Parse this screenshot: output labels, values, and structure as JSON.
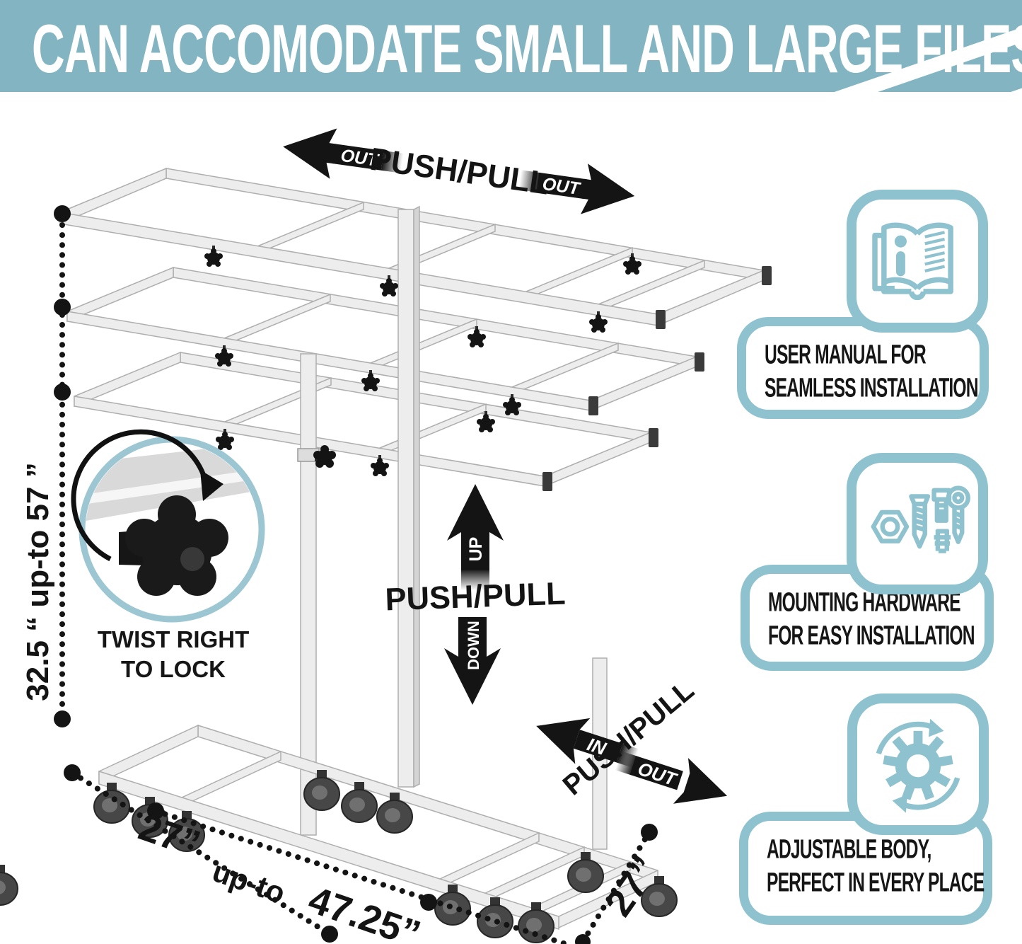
{
  "banner": {
    "title": "CAN ACCOMODATE SMALL AND LARGE FILES"
  },
  "colors": {
    "banner_teal": "#82b4c2",
    "callout_teal": "#8fc2cf",
    "ink": "#141414",
    "metal": "#ededed"
  },
  "diagram": {
    "arrows_top": {
      "out_left": "OUT",
      "label": "PUSH/PULL",
      "out_right": "OUT"
    },
    "arrows_middle": {
      "up": "UP",
      "label": "PUSH/PULL",
      "down": "DOWN"
    },
    "arrows_bottom": {
      "in": "IN",
      "label": "PUSH/PULL",
      "out": "OUT"
    },
    "dimensions": {
      "height": "32.5 “  up-to  57 ”",
      "width_start": "27”",
      "width_upto": "up-to",
      "width_end": "47.25”",
      "depth": "27”"
    },
    "inset": {
      "line1": "TWIST RIGHT",
      "line2": "TO LOCK"
    }
  },
  "callouts": [
    {
      "icon": "user-manual-icon",
      "line1": "USER MANUAL FOR",
      "line2": "SEAMLESS INSTALLATION"
    },
    {
      "icon": "mounting-hardware-icon",
      "line1": "MOUNTING HARDWARE",
      "line2": "FOR  EASY INSTALLATION"
    },
    {
      "icon": "adjustable-body-icon",
      "line1": "ADJUSTABLE BODY,",
      "line2": "PERFECT IN EVERY PLACE"
    }
  ]
}
